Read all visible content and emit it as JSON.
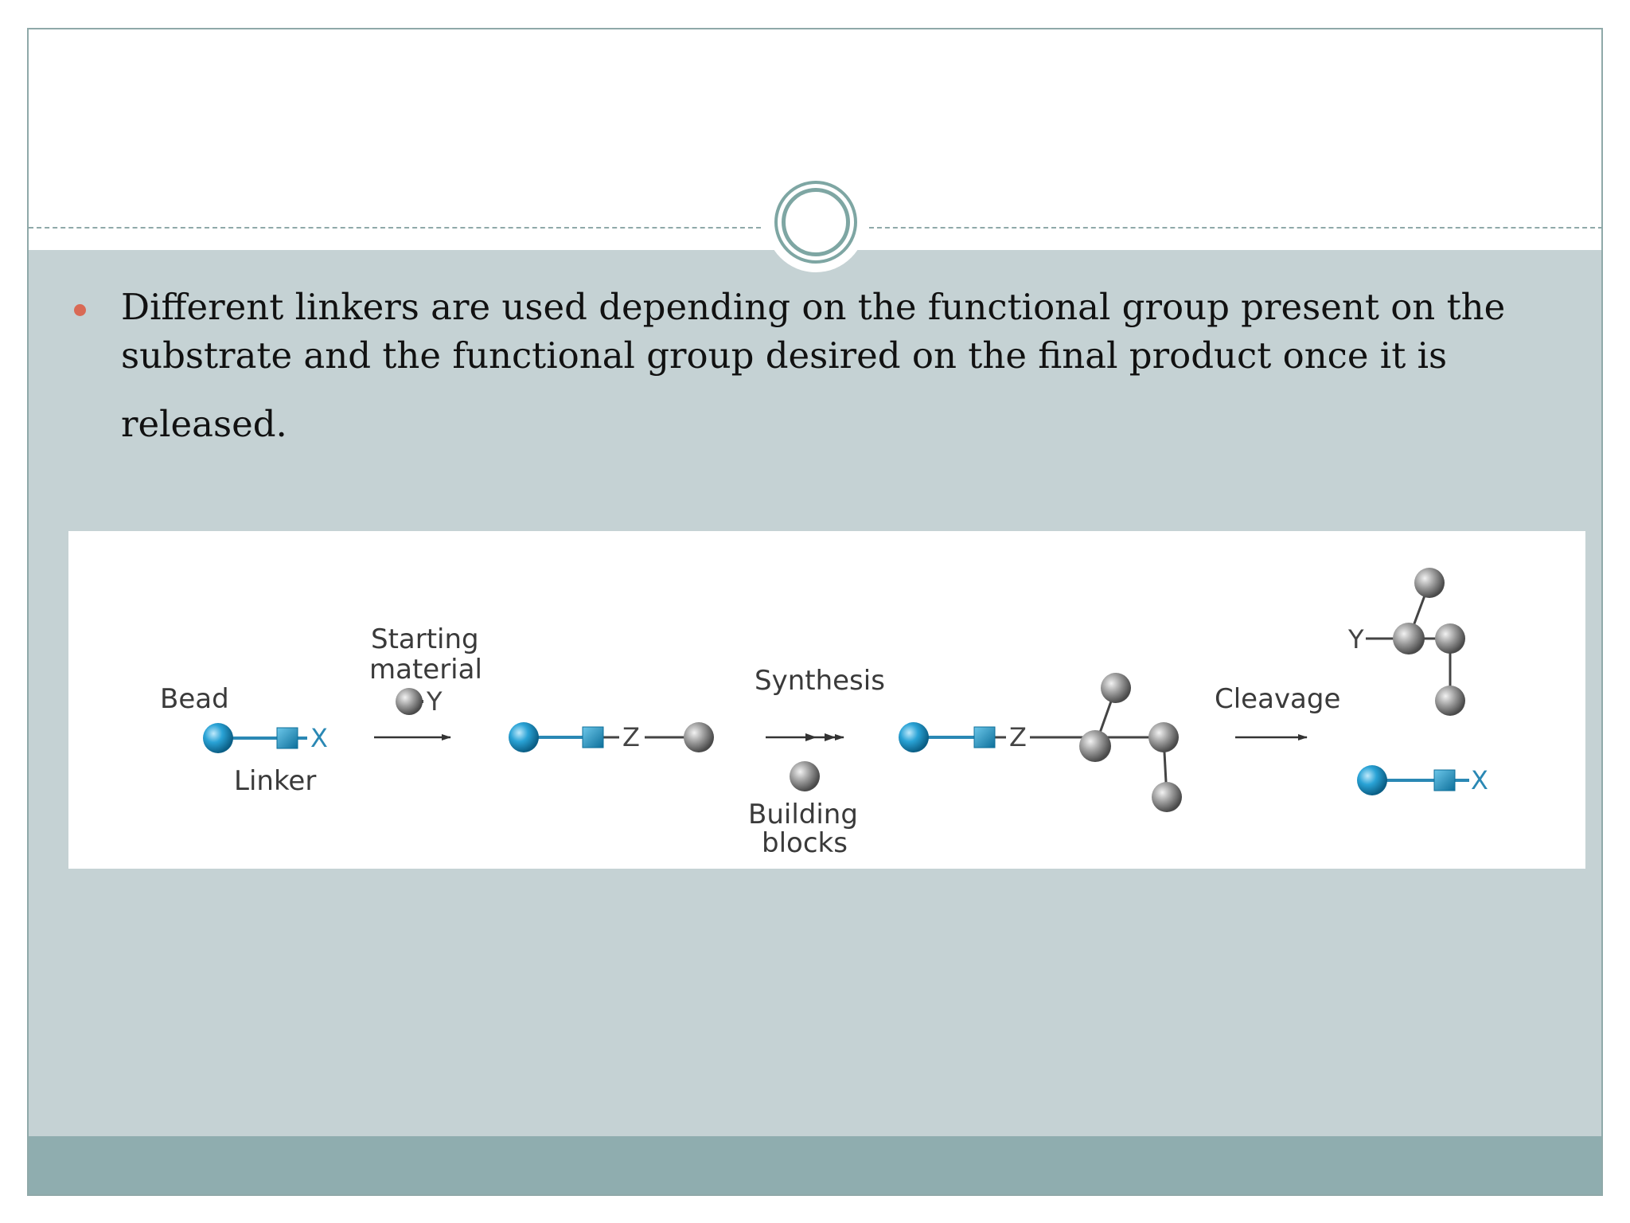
{
  "slide": {
    "bullet": {
      "line1": "Different linkers are used depending on the functional group present on the",
      "line2": "substrate and the functional group desired on the final product once it is",
      "line3": "released."
    }
  },
  "figure": {
    "bead_label": "Bead",
    "linker_label": "Linker",
    "x_group": "X",
    "starting_material_line1": "Starting",
    "starting_material_line2": "material",
    "y_group": "Y",
    "z_group": "Z",
    "synthesis_label": "Synthesis",
    "building_blocks_line1": "Building",
    "building_blocks_line2": "blocks",
    "cleavage_label": "Cleavage"
  },
  "colors": {
    "body_background": "#c5d2d4",
    "footer": "#8fadaf",
    "accent_ring": "#7ea6a3",
    "bullet": "#d96a55",
    "bead_blue": "#2a9fd0",
    "sphere_gray": "#9a9a9a"
  }
}
